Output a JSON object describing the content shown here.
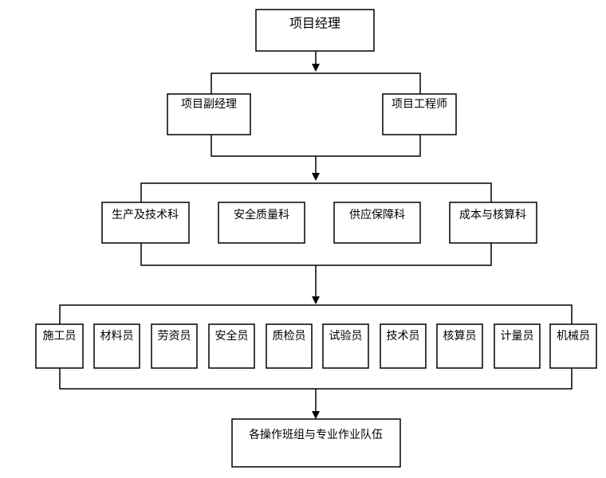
{
  "org_chart": {
    "project_manager": "项目经理",
    "level2": [
      "项目副经理",
      "项目工程师"
    ],
    "departments": [
      "生产及技术科",
      "安全质量科",
      "供应保障科",
      "成本与核算科"
    ],
    "staff": [
      "施工员",
      "材料员",
      "劳资员",
      "安全员",
      "质检员",
      "试验员",
      "技术员",
      "核算员",
      "计量员",
      "机械员"
    ],
    "teams": "各操作班组与专业作业队伍"
  }
}
